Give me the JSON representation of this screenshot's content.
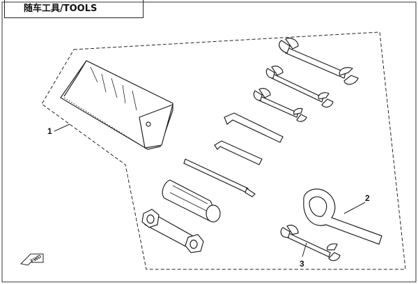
{
  "title": "随车工具/TOOLS",
  "callouts": [
    "1",
    "2",
    "3"
  ],
  "orientation_arrow_label": "FWD"
}
